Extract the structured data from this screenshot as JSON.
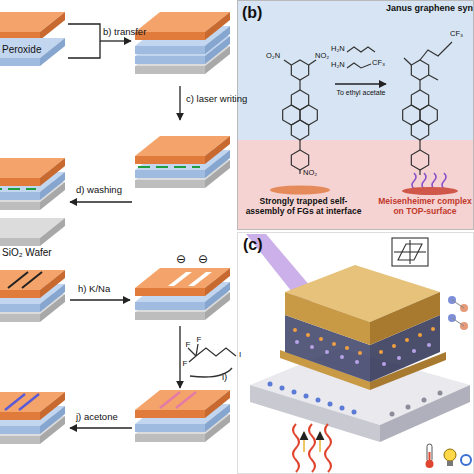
{
  "diagram": {
    "nodes": [
      {
        "text": [
          "(b)",
          "Janus graphene syn",
          "To ethyl acetate",
          "Strongly trapped self-assembly of FGs at interface",
          "Meisenheimer complex on TOP-surface"
        ]
      },
      {
        "text": [
          "(c)"
        ]
      }
    ],
    "labels": [
      "Peroxide",
      "b) transfer",
      "c) laser writing",
      "d) washing",
      "SiO₂ Wafer",
      "h) K/Na",
      "⊖",
      "⊖",
      "F",
      "F",
      "F",
      "I",
      "i)",
      "j) acetone",
      "O₂N",
      "NO₂",
      "NO₂",
      "H₂N",
      "H₂N",
      "CF₃",
      "CF₃"
    ]
  }
}
